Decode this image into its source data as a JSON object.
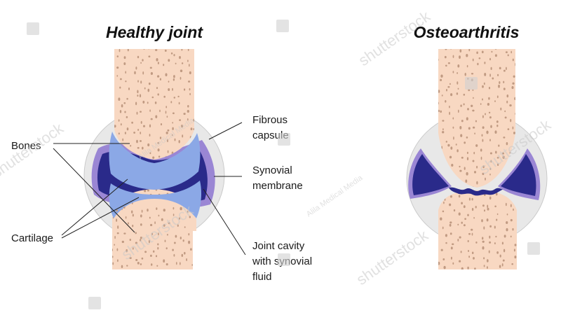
{
  "titles": {
    "healthy": "Healthy joint",
    "oa": "Osteoarthritis"
  },
  "labels": {
    "bones": "Bones",
    "cartilage": "Cartilage",
    "fibrous_1": "Fibrous",
    "fibrous_2": "capsule",
    "synovial_1": "Synovial",
    "synovial_2": "membrane",
    "cavity_1": "Joint cavity",
    "cavity_2": "with synovial",
    "cavity_3": "fluid"
  },
  "watermarks": {
    "stock": "shutterstock",
    "artist": "Alila Medical Media"
  },
  "colors": {
    "bone": "#f8d8c2",
    "bone_pore": "#c09a82",
    "capsule": "#e8e8e8",
    "capsule_edge": "#c8c8c8",
    "synovial_membrane": "#9a86d4",
    "cartilage": "#8ba8e6",
    "fluid": "#2a2a8a"
  }
}
